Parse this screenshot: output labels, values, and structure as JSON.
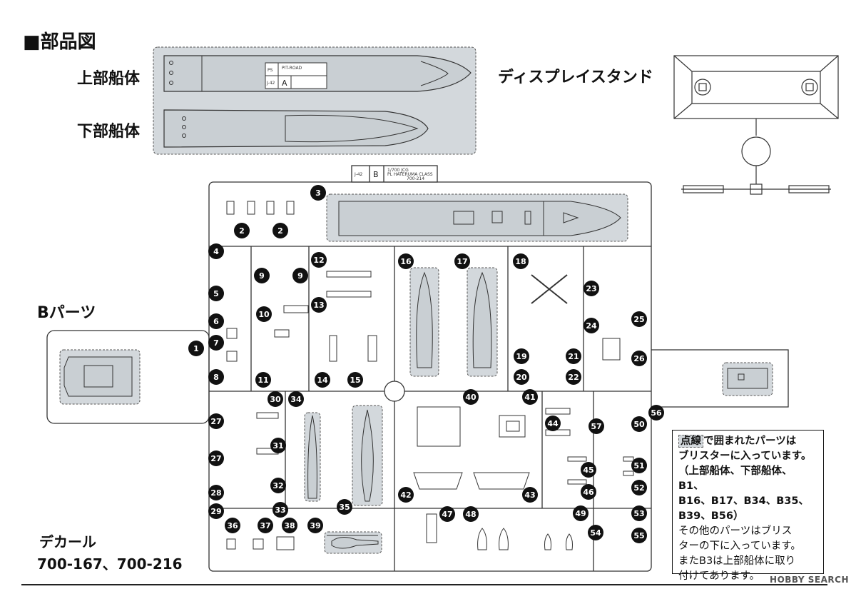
{
  "title": "■部品図",
  "upper_hull_label": "上部船体",
  "lower_hull_label": "下部船体",
  "display_stand_label": "ディスプレイスタンド",
  "b_parts_label": "Bパーツ",
  "decal_label": "デカール",
  "decal_numbers": "700-167、700-216",
  "runner_a": {
    "brand": "PIT-ROAD",
    "ps": "PS",
    "code": "J-42",
    "letter": "A"
  },
  "runner_b": {
    "code": "J-42",
    "letter": "B",
    "desc1": "1/700 JCG",
    "desc2": "PL HATERUMA CLASS",
    "desc3": "700-214"
  },
  "note": {
    "highlight": "点線",
    "line1": "で囲まれたパーツは",
    "line2": "ブリスターに入っています。",
    "line3": "（上部船体、下部船体、B1、",
    "line4": "B16、B17、B34、B35、",
    "line5": "B39、B56）",
    "line6": "その他のパーツはブリス",
    "line7": "ターの下に入っています。",
    "line8": "またB3は上部船体に取り",
    "line9": "付けてあります。"
  },
  "watermark": "HOBBY SEARCH",
  "part_numbers": [
    "1",
    "2",
    "2",
    "3",
    "4",
    "5",
    "6",
    "7",
    "8",
    "9",
    "9",
    "10",
    "11",
    "12",
    "13",
    "14",
    "15",
    "16",
    "17",
    "18",
    "19",
    "20",
    "21",
    "22",
    "23",
    "24",
    "25",
    "26",
    "27",
    "27",
    "28",
    "29",
    "30",
    "31",
    "32",
    "33",
    "34",
    "35",
    "36",
    "37",
    "38",
    "39",
    "40",
    "41",
    "42",
    "43",
    "44",
    "45",
    "46",
    "47",
    "48",
    "49",
    "50",
    "51",
    "52",
    "53",
    "54",
    "55",
    "56",
    "57"
  ],
  "colors": {
    "blister_fill": "#d3d8dc",
    "line": "#333333",
    "badge": "#111111"
  }
}
